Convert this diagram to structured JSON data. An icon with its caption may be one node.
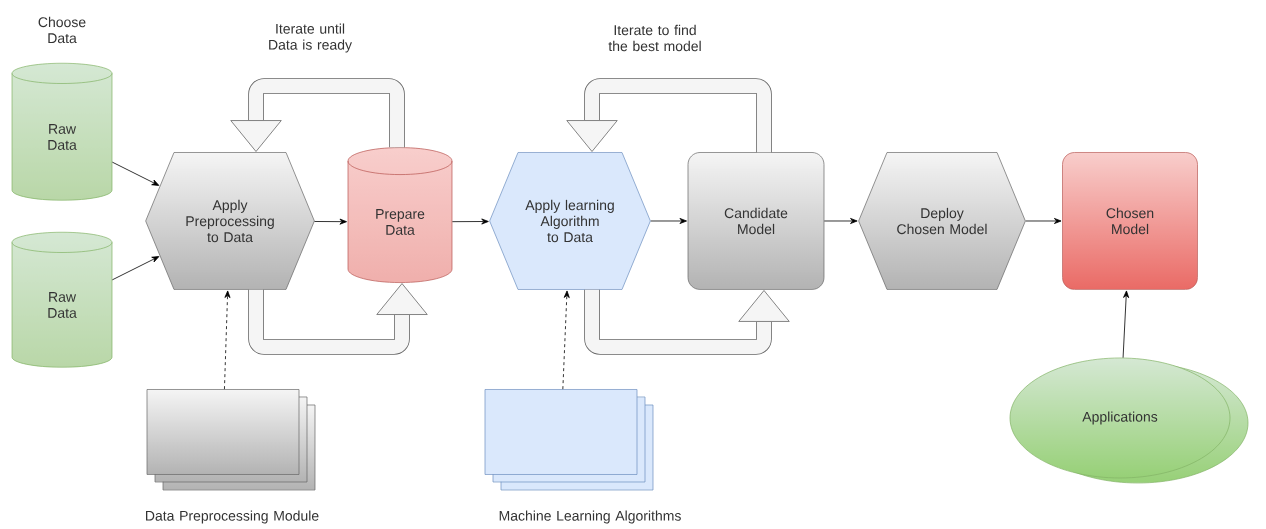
{
  "diagram": {
    "nodes": [
      {
        "text": [
          "Choose Data",
          "Raw Data"
        ]
      },
      {
        "text": [
          "Raw Data"
        ]
      },
      {
        "text": [
          "Apply Preprocessing to Data"
        ]
      },
      {
        "text": [
          "Prepare Data"
        ]
      },
      {
        "text": [
          "Apply learning Algorithm to Data"
        ]
      },
      {
        "text": [
          "Candidate Model"
        ]
      },
      {
        "text": [
          "Deploy Chosen Model"
        ]
      },
      {
        "text": [
          "Chosen Model"
        ]
      },
      {
        "text": [
          "Applications"
        ]
      },
      {
        "text": [
          "Data Preprocessing Module"
        ]
      },
      {
        "text": [
          "Machine Learning Algorithms"
        ]
      }
    ],
    "edges": [
      {
        "from": 0,
        "to": 2,
        "arrow": "to"
      },
      {
        "from": 1,
        "to": 2,
        "arrow": "to"
      },
      {
        "from": 2,
        "to": 3,
        "arrow": "to"
      },
      {
        "from": 3,
        "to": 2,
        "arrow": "to",
        "style": "thick",
        "color": "#666666",
        "label": "Iterate until Data is ready"
      },
      {
        "from": 2,
        "to": 3,
        "arrow": "to",
        "style": "thick",
        "color": "#666666"
      },
      {
        "from": 3,
        "to": 4,
        "arrow": "to"
      },
      {
        "from": 4,
        "to": 5,
        "arrow": "to"
      },
      {
        "from": 5,
        "to": 4,
        "arrow": "to",
        "style": "thick",
        "color": "#666666",
        "label": "Iterate to find the best model"
      },
      {
        "from": 4,
        "to": 5,
        "arrow": "to",
        "style": "thick",
        "color": "#666666"
      },
      {
        "from": 5,
        "to": 6,
        "arrow": "to"
      },
      {
        "from": 6,
        "to": 7,
        "arrow": "to"
      },
      {
        "from": 8,
        "to": 7,
        "arrow": "to"
      },
      {
        "from": 9,
        "to": 2,
        "arrow": "to",
        "style": "dashed"
      },
      {
        "from": 10,
        "to": 4,
        "arrow": "to",
        "style": "dashed"
      }
    ]
  }
}
